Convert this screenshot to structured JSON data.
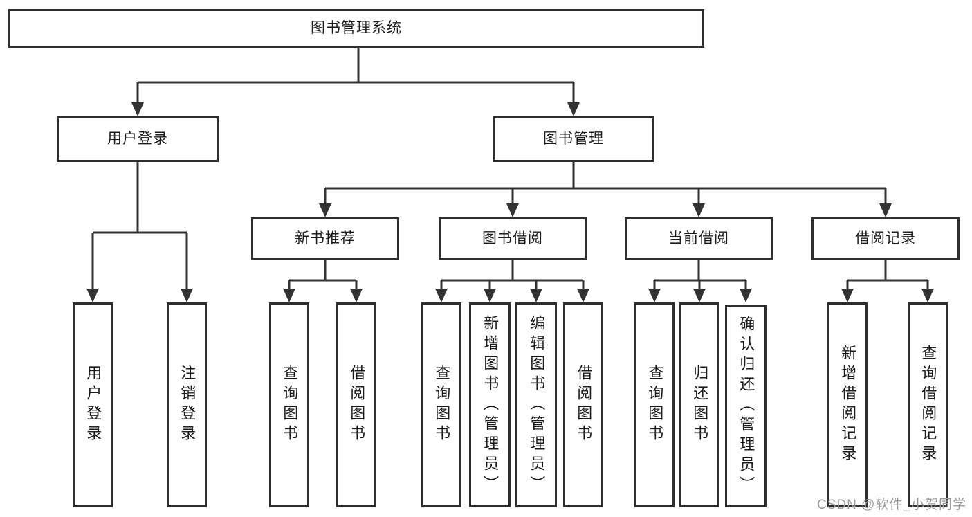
{
  "diagram": {
    "root": {
      "label": "图书管理系统"
    },
    "user_branch": {
      "label": "用户登录",
      "children": [
        {
          "label": "用户登录"
        },
        {
          "label": "注销登录"
        }
      ]
    },
    "book_branch": {
      "label": "图书管理",
      "sections": [
        {
          "label": "新书推荐",
          "children": [
            {
              "label": "查询图书"
            },
            {
              "label": "借阅图书"
            }
          ]
        },
        {
          "label": "图书借阅",
          "children": [
            {
              "label": "查询图书"
            },
            {
              "label": "新增图书（管理员）"
            },
            {
              "label": "编辑图书（管理员）"
            },
            {
              "label": "借阅图书"
            }
          ]
        },
        {
          "label": "当前借阅",
          "children": [
            {
              "label": "查询图书"
            },
            {
              "label": "归还图书"
            },
            {
              "label": "确认归还（管理员）"
            }
          ]
        },
        {
          "label": "借阅记录",
          "children": [
            {
              "label": "新增借阅记录"
            },
            {
              "label": "查询借阅记录"
            }
          ]
        }
      ]
    }
  },
  "watermark": {
    "text": "CSDN @软件_小贺同学"
  },
  "colors": {
    "line": "#333333",
    "border": "#2e2e2e",
    "text": "#1c1c1c",
    "watermark": "#9b9b9b",
    "background": "#ffffff"
  }
}
